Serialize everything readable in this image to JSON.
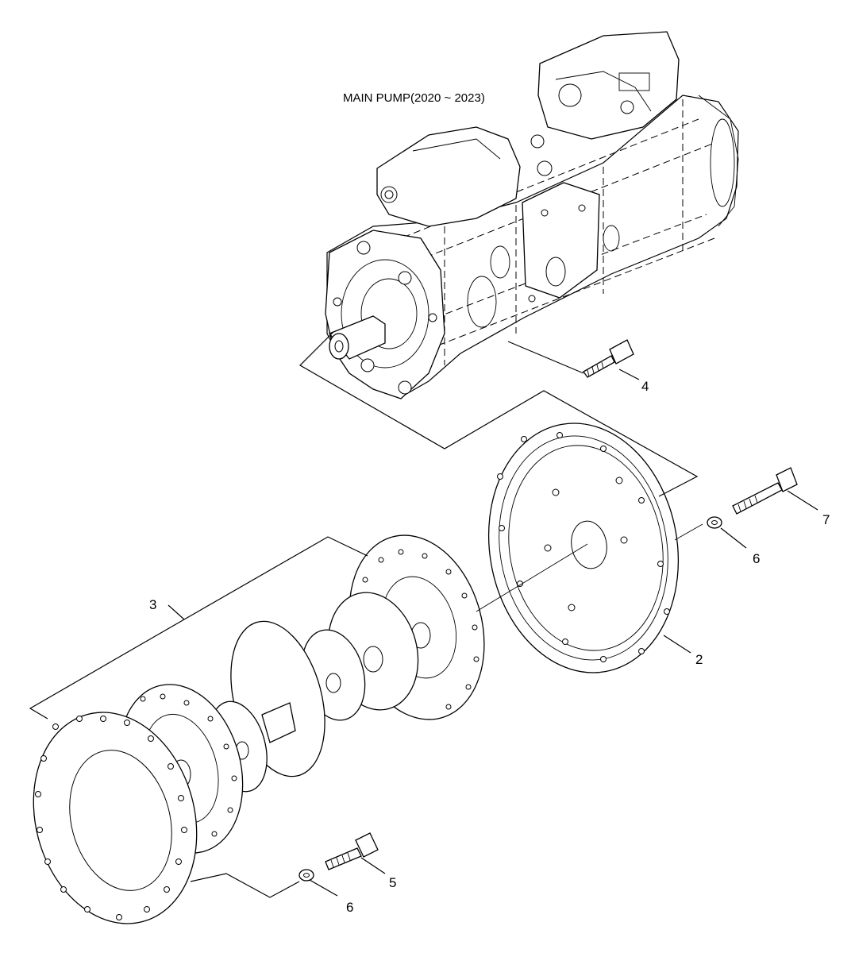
{
  "diagram": {
    "title": "MAIN PUMP(2020 ~ 2023)",
    "callouts": [
      {
        "id": "callout-2",
        "text": "2"
      },
      {
        "id": "callout-3",
        "text": "3"
      },
      {
        "id": "callout-4",
        "text": "4"
      },
      {
        "id": "callout-5",
        "text": "5"
      },
      {
        "id": "callout-6a",
        "text": "6"
      },
      {
        "id": "callout-6b",
        "text": "6"
      },
      {
        "id": "callout-7",
        "text": "7"
      }
    ]
  }
}
